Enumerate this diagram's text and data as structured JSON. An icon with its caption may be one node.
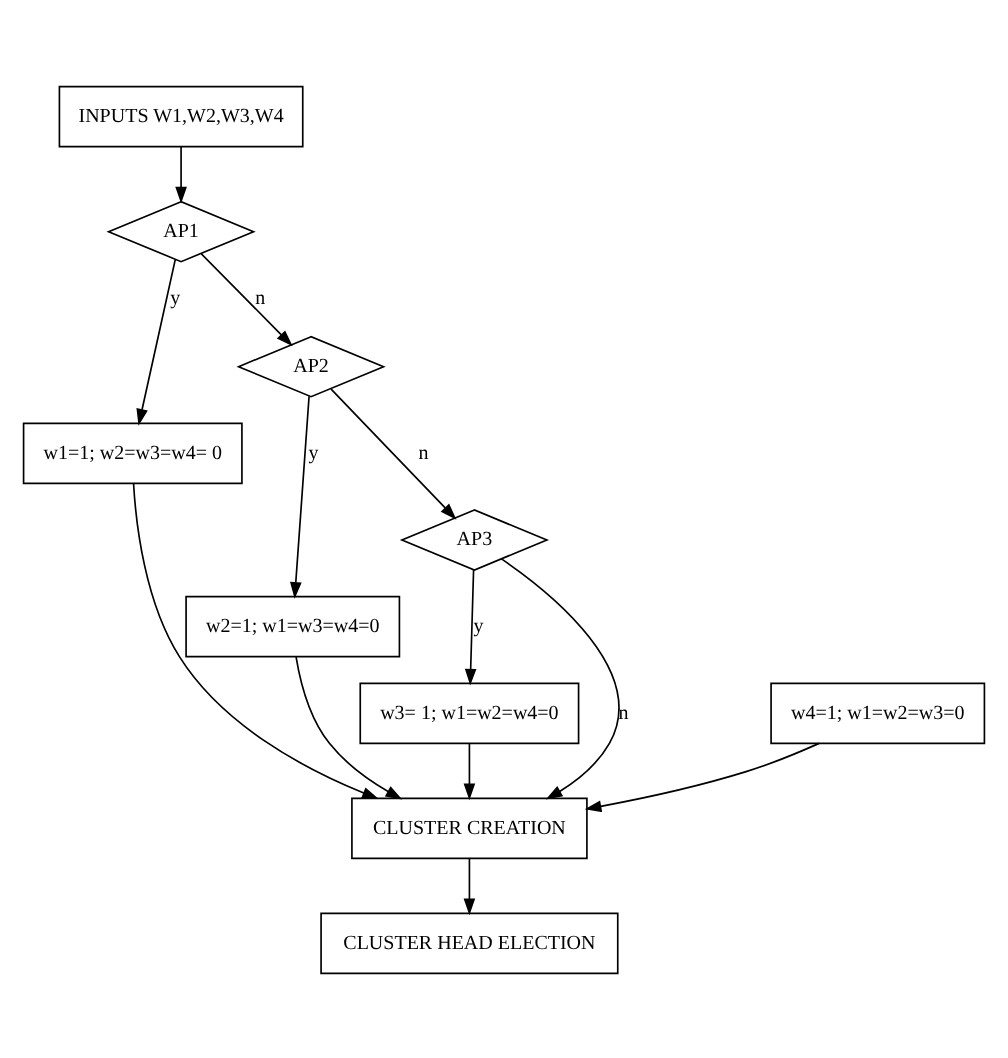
{
  "diagram": {
    "nodes": [
      {
        "text": [
          "INPUTS W1,W2,W3,W4"
        ]
      },
      {
        "text": [
          "AP1"
        ]
      },
      {
        "text": [
          "w1=1; w2=w3=w4= 0"
        ]
      },
      {
        "text": [
          "AP2"
        ]
      },
      {
        "text": [
          "w2=1; w1=w3=w4=0"
        ]
      },
      {
        "text": [
          "AP3"
        ]
      },
      {
        "text": [
          "w3= 1; w1=w2=w4=0"
        ]
      },
      {
        "text": [
          "w4=1; w1=w2=w3=0"
        ]
      },
      {
        "text": [
          "CLUSTER CREATION"
        ]
      },
      {
        "text": [
          "CLUSTER HEAD ELECTION"
        ]
      }
    ],
    "edges": [
      {
        "from": 0,
        "to": 1,
        "arrow": "to"
      },
      {
        "from": 1,
        "to": 2,
        "arrow": "to",
        "label": "y"
      },
      {
        "from": 1,
        "to": 3,
        "arrow": "to",
        "label": "n"
      },
      {
        "from": 3,
        "to": 4,
        "arrow": "to",
        "label": "y"
      },
      {
        "from": 3,
        "to": 5,
        "arrow": "to",
        "label": "n"
      },
      {
        "from": 5,
        "to": 6,
        "arrow": "to",
        "label": "y"
      },
      {
        "from": 5,
        "to": 8,
        "arrow": "to",
        "label": "n"
      },
      {
        "from": 2,
        "to": 8,
        "arrow": "to"
      },
      {
        "from": 4,
        "to": 8,
        "arrow": "to"
      },
      {
        "from": 6,
        "to": 8,
        "arrow": "to"
      },
      {
        "from": 7,
        "to": 8,
        "arrow": "to"
      },
      {
        "from": 8,
        "to": 9,
        "arrow": "to"
      }
    ]
  }
}
